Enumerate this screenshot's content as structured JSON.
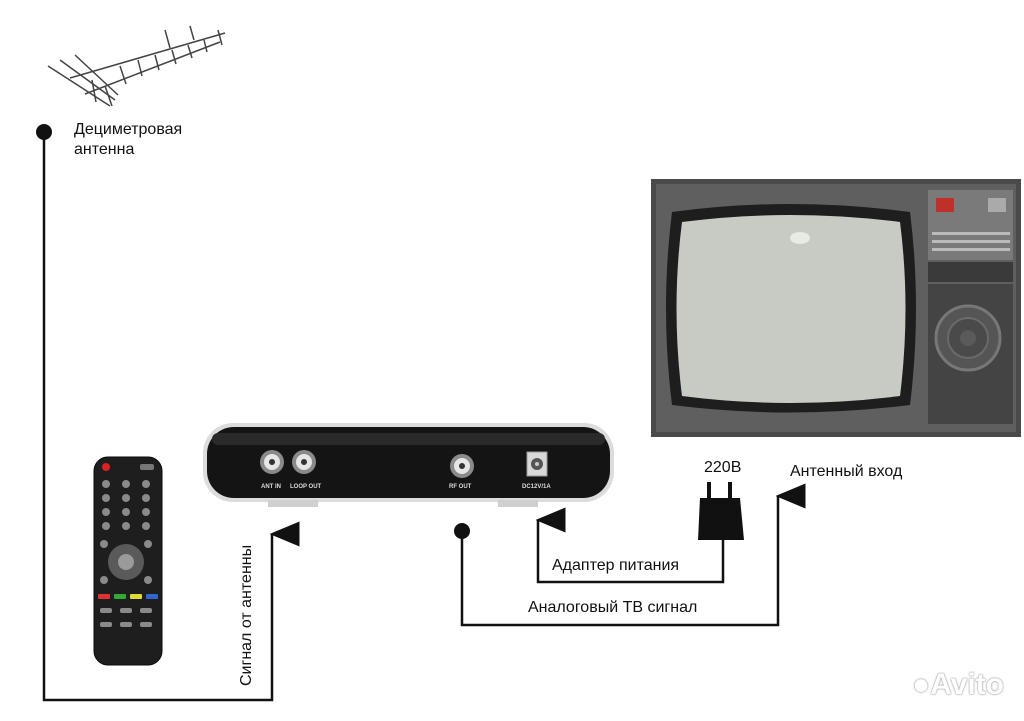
{
  "labels": {
    "antenna_line1": "Дециметровая",
    "antenna_line2": "антенна",
    "antenna_signal": "Сигнал от антенны",
    "voltage": "220В",
    "antenna_input": "Антенный вход",
    "power_adapter": "Адаптер питания",
    "analog_tv_signal": "Аналоговый ТВ сигнал"
  },
  "receiver_ports": {
    "ant_in": "ANT IN",
    "loop_out": "LOOP OUT",
    "rf_out": "RF OUT",
    "dc_in": "DC12V/1A"
  },
  "watermark": "Avito",
  "icons": {
    "antenna": "uhf-antenna-icon",
    "remote": "remote-control-icon",
    "receiver": "set-top-box-icon",
    "tv": "crt-television-icon",
    "adapter": "power-adapter-icon"
  },
  "colors": {
    "line": "#111111",
    "receiver_body": "#141414",
    "tv_body": "#4a4a4a",
    "tv_screen": "#c8cbc4"
  }
}
